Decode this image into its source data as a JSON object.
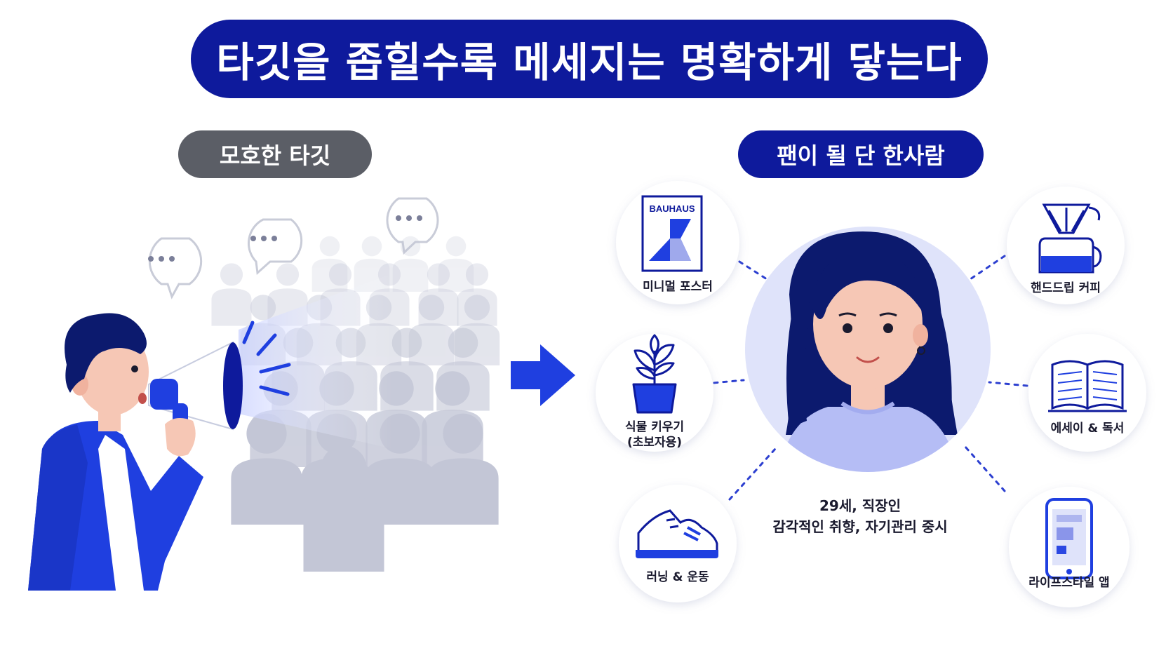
{
  "title": "타깃을 좁힐수록 메세지는 명확하게 닿는다",
  "left": {
    "label": "모호한 타깃"
  },
  "right": {
    "label": "팬이 될 단 한사람",
    "persona": {
      "line1": "29세, 직장인",
      "line2": "감각적인 취향, 자기관리 중시"
    },
    "interests": [
      {
        "label": "미니멀 포스터",
        "icon": "poster-icon",
        "badge": "BAUHAUS"
      },
      {
        "label": "식물 키우기",
        "sub": "(초보자용)",
        "icon": "plant-icon"
      },
      {
        "label": "러닝 & 운동",
        "icon": "sneaker-icon"
      },
      {
        "label": "핸드드립 커피",
        "icon": "coffee-dripper-icon"
      },
      {
        "label": "에세이 & 독서",
        "icon": "book-icon"
      },
      {
        "label": "라이프스타일 앱",
        "icon": "smartphone-icon"
      }
    ]
  },
  "colors": {
    "navy": "#0e1a9c",
    "blue": "#1f3fe0",
    "gray_pill": "#5b5e66",
    "crowd": "#c3c6d6",
    "persona_bg": "#dfe3fa"
  }
}
